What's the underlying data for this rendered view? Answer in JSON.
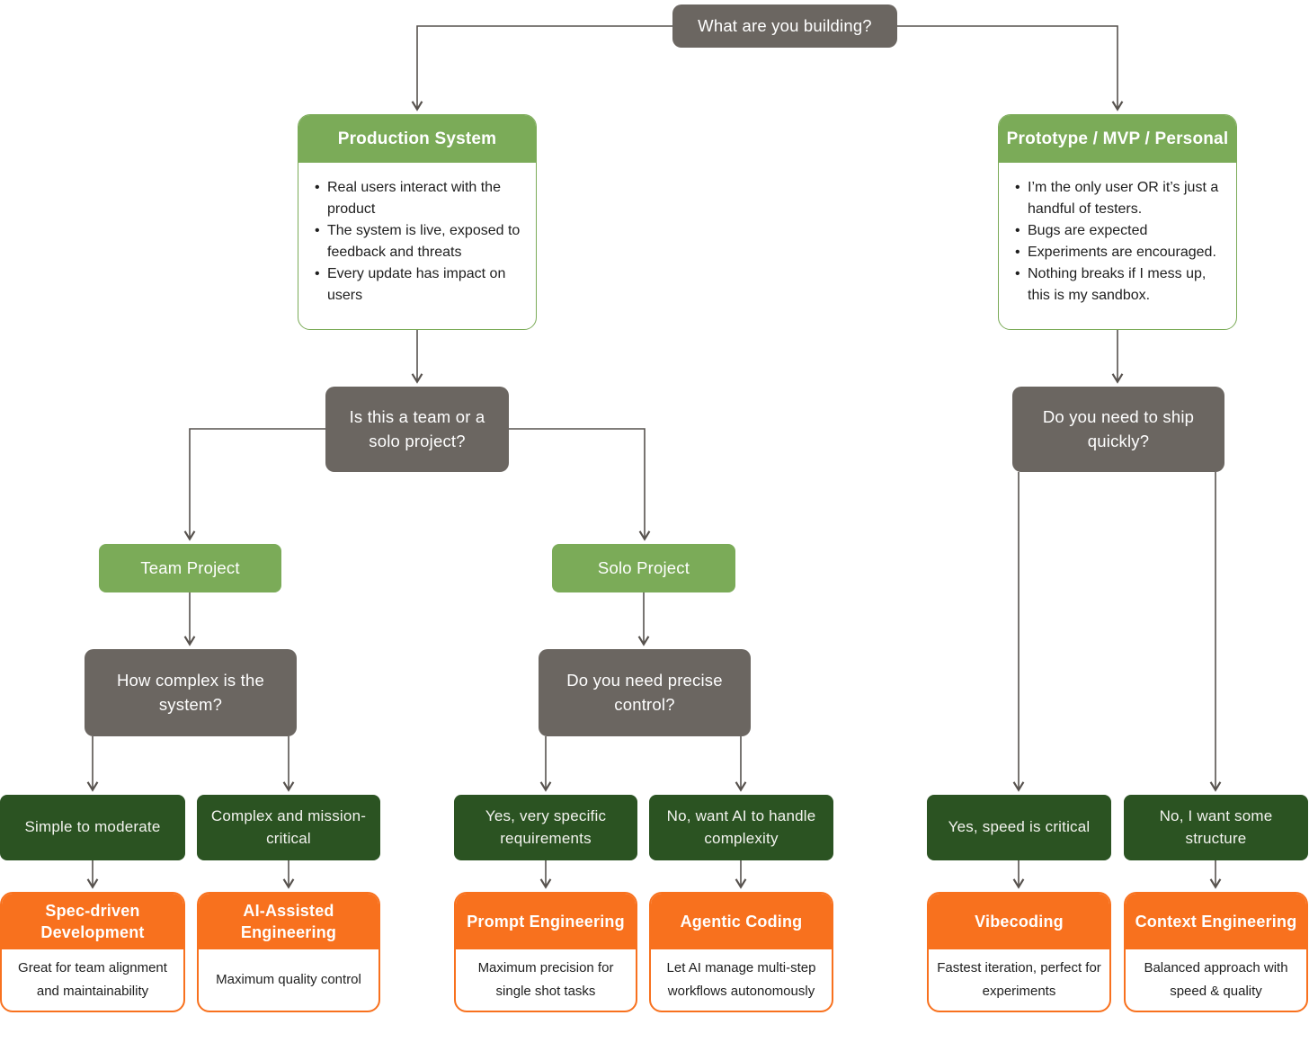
{
  "colors": {
    "question_gray": "#6b6661",
    "category_green": "#7bab58",
    "answer_dark_green": "#2b5322",
    "result_orange": "#f8711e",
    "connector_line": "#57524e"
  },
  "root": {
    "label": "What are you building?"
  },
  "branches": {
    "production": {
      "title": "Production System",
      "bullets": [
        "Real users interact with the product",
        "The system is live, exposed to feedback and threats",
        "Every update has impact on users"
      ]
    },
    "prototype": {
      "title": "Prototype / MVP / Personal",
      "bullets": [
        "I’m the only user OR it’s just a handful of testers.",
        "Bugs are expected",
        "Experiments are encouraged.",
        "Nothing breaks if I mess up, this is my sandbox."
      ]
    }
  },
  "questions": {
    "team_or_solo": "Is this a team or a solo project?",
    "ship_quickly": "Do you need to ship quickly?",
    "how_complex": "How complex is the system?",
    "precise_control": "Do you need precise control?"
  },
  "options": {
    "team_project": "Team Project",
    "solo_project": "Solo Project"
  },
  "answers": [
    "Simple to moderate",
    "Complex and mission-critical",
    "Yes, very specific requirements",
    "No, want AI to handle complexity",
    "Yes, speed is critical",
    "No, I want some structure"
  ],
  "results": [
    {
      "title": "Spec-driven Development",
      "desc": "Great for team alignment and maintainability"
    },
    {
      "title": "AI-Assisted Engineering",
      "desc": "Maximum quality control"
    },
    {
      "title": "Prompt Engineering",
      "desc": "Maximum precision for single shot tasks"
    },
    {
      "title": "Agentic Coding",
      "desc": "Let AI manage multi-step workflows autonomously"
    },
    {
      "title": "Vibecoding",
      "desc": "Fastest iteration, perfect for experiments"
    },
    {
      "title": "Context Engineering",
      "desc": "Balanced approach with speed & quality"
    }
  ]
}
